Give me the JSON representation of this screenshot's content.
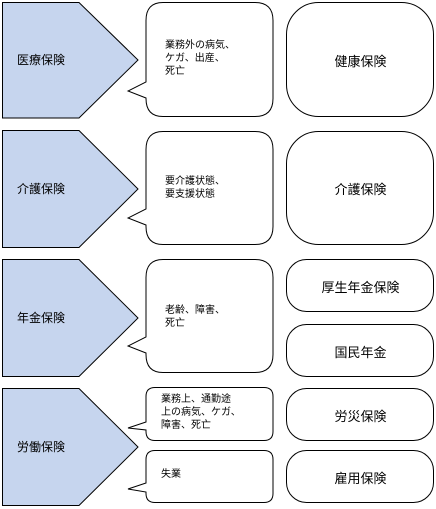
{
  "categories": [
    {
      "label": "医療保険",
      "descriptions": [
        "業務外の病気、\nケガ、出産、\n死亡"
      ],
      "insurances": [
        "健康保険"
      ]
    },
    {
      "label": "介護保険",
      "descriptions": [
        "要介護状態、\n要支援状態"
      ],
      "insurances": [
        "介護保険"
      ]
    },
    {
      "label": "年金保険",
      "descriptions": [
        "老齢、障害、\n死亡"
      ],
      "insurances": [
        "厚生年金保険",
        "国民年金"
      ]
    },
    {
      "label": "労働保険",
      "descriptions": [
        "業務上、通勤途\n上の病気、ケガ、\n障害、死亡",
        "失業"
      ],
      "insurances": [
        "労災保険",
        "雇用保険"
      ]
    }
  ],
  "colors": {
    "pentagon_fill": "#c6d5ee",
    "stroke": "#000000",
    "box_fill": "#ffffff"
  }
}
